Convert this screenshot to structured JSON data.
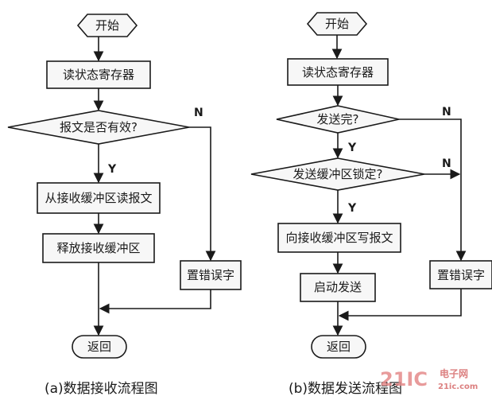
{
  "receive_flow": {
    "start": "开始",
    "read_status": "读状态寄存器",
    "decision_valid": "报文是否有效?",
    "branch_yes": "Y",
    "branch_no": "N",
    "read_buffer": "从接收缓冲区读报文",
    "release_buffer": "释放接收缓冲区",
    "set_error": "置错误字",
    "return": "返回",
    "caption": "(a)数据接收流程图"
  },
  "send_flow": {
    "start": "开始",
    "read_status": "读状态寄存器",
    "decision_done": "发送完?",
    "branch_yes_1": "Y",
    "branch_no_1": "N",
    "decision_locked": "发送缓冲区锁定?",
    "branch_yes_2": "Y",
    "branch_no_2": "N",
    "write_buffer": "向接收缓冲区写报文",
    "start_send": "启动发送",
    "set_error": "置错误字",
    "return": "返回",
    "caption": "(b)数据发送流程图"
  },
  "watermark": {
    "logo_number": "21IC",
    "logo_cn": "电子网",
    "logo_url": "21ic.com"
  }
}
